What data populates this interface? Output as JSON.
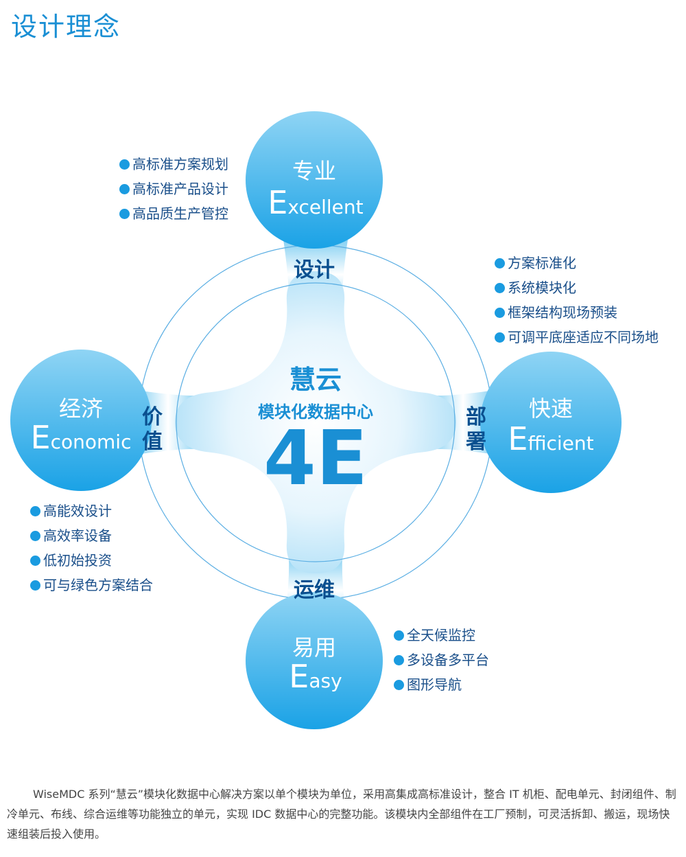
{
  "page": {
    "title": "设计理念"
  },
  "colors": {
    "accent": "#1a8fd4",
    "connector_text": "#0a4f8f",
    "bullet": "#1a9be0",
    "node_top": "#8fd4f4",
    "node_bottom": "#1aa2e6"
  },
  "center": {
    "title": "慧云",
    "subtitle": "模块化数据中心",
    "big": "4E"
  },
  "nodes": {
    "top": {
      "cn": "专业",
      "en_initial": "E",
      "en_rest": "xcellent"
    },
    "left": {
      "cn": "经济",
      "en_initial": "E",
      "en_rest": "conomic"
    },
    "right": {
      "cn": "快速",
      "en_initial": "E",
      "en_rest": "fficient"
    },
    "bottom": {
      "cn": "易用",
      "en_initial": "E",
      "en_rest": "asy"
    }
  },
  "connectors": {
    "top": "设计",
    "bottom": "运维",
    "left_1": "价",
    "left_2": "值",
    "right_1": "部",
    "right_2": "署"
  },
  "bullets": {
    "top": [
      "高标准方案规划",
      "高标准产品设计",
      "高品质生产管控"
    ],
    "right": [
      "方案标准化",
      "系统模块化",
      "框架结构现场预装",
      "可调平底座适应不同场地"
    ],
    "left": [
      "高能效设计",
      "高效率设备",
      "低初始投资",
      "可与绿色方案结合"
    ],
    "bottom": [
      "全天候监控",
      "多设备多平台",
      "图形导航"
    ]
  },
  "description": "WiseMDC 系列“慧云”模块化数据中心解决方案以单个模块为单位，采用高集成高标准设计，整合 IT 机柜、配电单元、封闭组件、制冷单元、布线、综合运维等功能独立的单元，实现 IDC 数据中心的完整功能。该模块内全部组件在工厂预制，可灵活拆卸、搬运，现场快速组装后投入使用。"
}
